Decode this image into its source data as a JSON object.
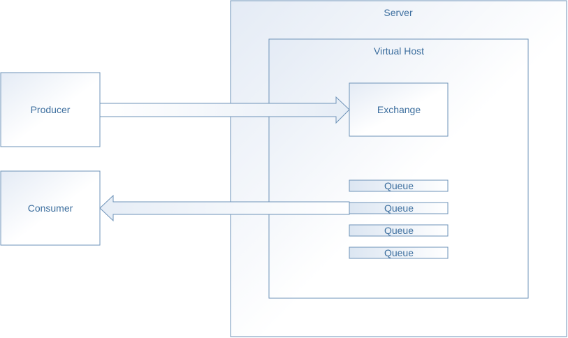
{
  "diagram": {
    "server": {
      "label": "Server"
    },
    "virtual_host": {
      "label": "Virtual Host"
    },
    "producer": {
      "label": "Producer"
    },
    "consumer": {
      "label": "Consumer"
    },
    "exchange": {
      "label": "Exchange"
    },
    "queues": [
      {
        "label": "Queue"
      },
      {
        "label": "Queue"
      },
      {
        "label": "Queue"
      },
      {
        "label": "Queue"
      }
    ],
    "edges": [
      {
        "from": "Producer",
        "to": "Exchange"
      },
      {
        "from": "Queue",
        "to": "Consumer"
      }
    ],
    "colors": {
      "stroke": "#6e93b8",
      "text": "#3c6e9e",
      "fill_light": "#e9eff7"
    }
  }
}
